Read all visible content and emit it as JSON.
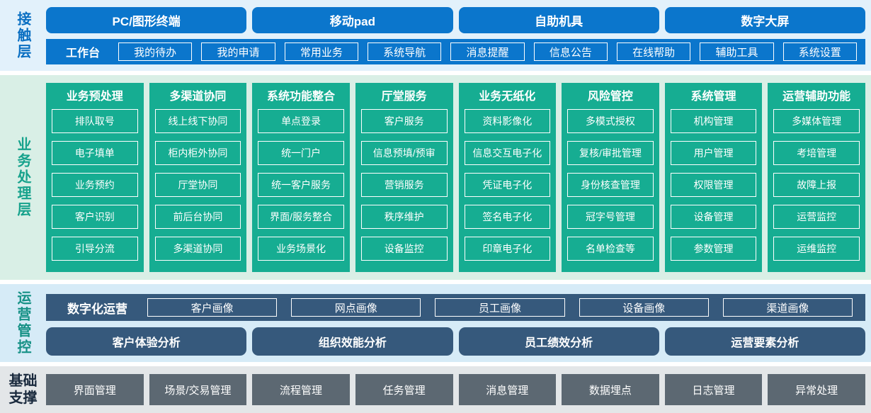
{
  "colors": {
    "primary_blue": "#0b76cc",
    "teal_green": "#16ad92",
    "slate_blue": "#36597c",
    "foundation_gray": "#5c6872",
    "contact_band_bg": "#e2f1fb",
    "business_band_bg": "#d9efe6",
    "operations_band_bg": "#d6ebf7",
    "foundation_band_bg": "#e3e6e8"
  },
  "contact_layer": {
    "label": "接触层",
    "terminals": [
      "PC/图形终端",
      "移动pad",
      "自助机具",
      "数字大屏"
    ],
    "workbench": {
      "label": "工作台",
      "items": [
        "我的待办",
        "我的申请",
        "常用业务",
        "系统导航",
        "消息提醒",
        "信息公告",
        "在线帮助",
        "辅助工具",
        "系统设置"
      ]
    }
  },
  "business_layer": {
    "label": "业务处理层",
    "columns": [
      {
        "title": "业务预处理",
        "items": [
          "排队取号",
          "电子填单",
          "业务预约",
          "客户识别",
          "引导分流"
        ]
      },
      {
        "title": "多渠道协同",
        "items": [
          "线上线下协同",
          "柜内柜外协同",
          "厅堂协同",
          "前后台协同",
          "多渠道协同"
        ]
      },
      {
        "title": "系统功能整合",
        "items": [
          "单点登录",
          "统一门户",
          "统一客户服务",
          "界面/服务整合",
          "业务场景化"
        ]
      },
      {
        "title": "厅堂服务",
        "items": [
          "客户服务",
          "信息预填/预审",
          "营销服务",
          "秩序维护",
          "设备监控"
        ]
      },
      {
        "title": "业务无纸化",
        "items": [
          "资料影像化",
          "信息交互电子化",
          "凭证电子化",
          "签名电子化",
          "印章电子化"
        ]
      },
      {
        "title": "风险管控",
        "items": [
          "多模式授权",
          "复核/审批管理",
          "身份核查管理",
          "冠字号管理",
          "名单检查等"
        ]
      },
      {
        "title": "系统管理",
        "items": [
          "机构管理",
          "用户管理",
          "权限管理",
          "设备管理",
          "参数管理"
        ]
      },
      {
        "title": "运营辅助功能",
        "items": [
          "多媒体管理",
          "考培管理",
          "故障上报",
          "运营监控",
          "运维监控"
        ]
      }
    ]
  },
  "operations_layer": {
    "label": "运营管控",
    "digital_operation": {
      "label": "数字化运营",
      "items": [
        "客户画像",
        "网点画像",
        "员工画像",
        "设备画像",
        "渠道画像"
      ]
    },
    "analysis_items": [
      "客户体验分析",
      "组织效能分析",
      "员工绩效分析",
      "运营要素分析"
    ]
  },
  "foundation_layer": {
    "label": "基础支撑",
    "items": [
      "界面管理",
      "场景/交易管理",
      "流程管理",
      "任务管理",
      "消息管理",
      "数据埋点",
      "日志管理",
      "异常处理"
    ]
  }
}
